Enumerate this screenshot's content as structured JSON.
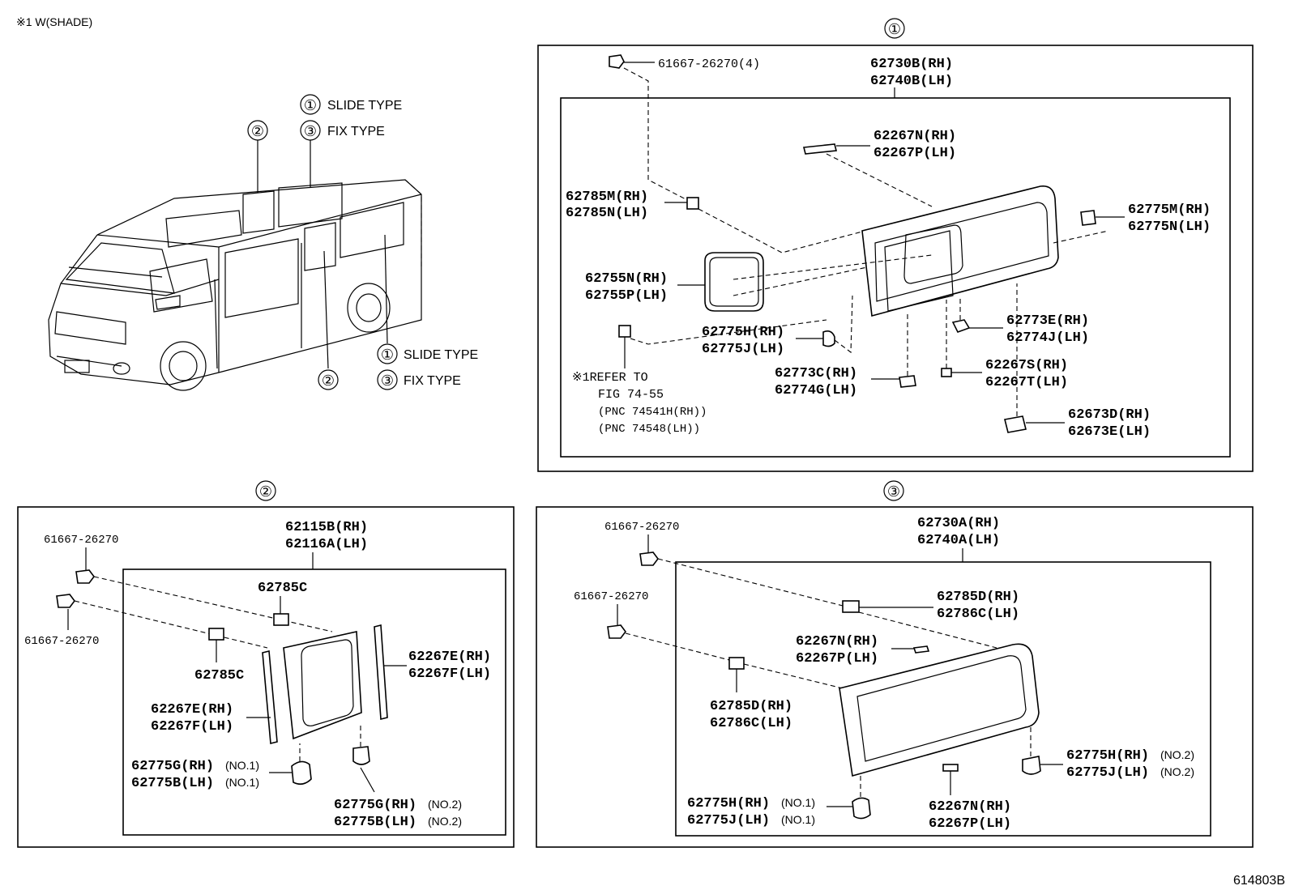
{
  "header": {
    "note": "※1 W(SHADE)",
    "figure_id": "614803B"
  },
  "overview": {
    "top_callouts": [
      {
        "num": "①",
        "text": "SLIDE TYPE"
      },
      {
        "num": "③",
        "text": "FIX TYPE"
      }
    ],
    "top_single": "②",
    "bottom_callouts": [
      {
        "num": "①",
        "text": "SLIDE TYPE"
      },
      {
        "num": "③",
        "text": "FIX TYPE"
      }
    ],
    "bottom_single": "②"
  },
  "panel1": {
    "title": "①",
    "labels": {
      "bolt": "61667-26270(4)",
      "frame_rh": "62730B(RH)",
      "frame_lh": "62740B(LH)",
      "strip_rh": "62267N(RH)",
      "strip_lh": "62267P(LH)",
      "clip_rh": "62785M(RH)",
      "clip_lh": "62785N(LH)",
      "cap_rh": "62775M(RH)",
      "cap_lh": "62775N(LH)",
      "slide_rh": "62755N(RH)",
      "slide_lh": "62755P(LH)",
      "latch_rh": "62773E(RH)",
      "latch_lh": "62774J(LH)",
      "cap2_rh": "62775H(RH)",
      "cap2_lh": "62775J(LH)",
      "stop_rh": "62267S(RH)",
      "stop_lh": "62267T(LH)",
      "lock_rh": "62773C(RH)",
      "lock_lh": "62774G(LH)",
      "cover_rh": "62673D(RH)",
      "cover_lh": "62673E(LH)"
    },
    "refer": {
      "line1": "※1REFER TO",
      "line2": "FIG 74-55",
      "line3": "(PNC 74541H(RH))",
      "line4": "(PNC 74548(LH))"
    }
  },
  "panel2": {
    "title": "②",
    "labels": {
      "bolt_top": "61667-26270",
      "bolt_bottom": "61667-26270",
      "frame_rh": "62115B(RH)",
      "frame_lh": "62116A(LH)",
      "clip_top": "62785C",
      "clip_left": "62785C",
      "strip_right_rh": "62267E(RH)",
      "strip_right_lh": "62267F(LH)",
      "strip_left_rh": "62267E(RH)",
      "strip_left_lh": "62267F(LH)",
      "cap1_rh": "62775G(RH)",
      "cap1_lh": "62775B(LH)",
      "no1": "(NO.1)",
      "cap2_rh": "62775G(RH)",
      "cap2_lh": "62775B(LH)",
      "no2": "(NO.2)"
    }
  },
  "panel3": {
    "title": "③",
    "labels": {
      "bolt_top": "61667-26270",
      "bolt_mid": "61667-26270",
      "frame_rh": "62730A(RH)",
      "frame_lh": "62740A(LH)",
      "clip_top_rh": "62785D(RH)",
      "clip_top_lh": "62786C(LH)",
      "strip_rh": "62267N(RH)",
      "strip_lh": "62267P(LH)",
      "clip_left_rh": "62785D(RH)",
      "clip_left_lh": "62786C(LH)",
      "cap_right_rh": "62775H(RH)",
      "cap_right_lh": "62775J(LH)",
      "no2": "(NO.2)",
      "cap_left_rh": "62775H(RH)",
      "cap_left_lh": "62775J(LH)",
      "no1": "(NO.1)",
      "strip_bottom_rh": "62267N(RH)",
      "strip_bottom_lh": "62267P(LH)"
    }
  }
}
